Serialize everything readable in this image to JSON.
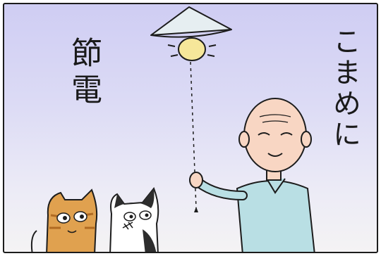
{
  "panel": {
    "caption_left": "節電",
    "caption_right": "こまめに"
  },
  "colors": {
    "sky_top": "#cfcdf3",
    "sky_bottom": "#f4f3f4",
    "bulb": "#f6e79a",
    "lampshade": "#e6eef1",
    "shirt": "#b9dfe4",
    "skin": "#f8d6c3",
    "tabby": "#e0a14f",
    "black_white_cat": "#2d2d2d"
  },
  "icons": [
    "lamp-icon",
    "light-bulb-icon",
    "pull-cord-icon",
    "old-man-figure",
    "tabby-cat-figure",
    "tuxedo-cat-figure"
  ]
}
